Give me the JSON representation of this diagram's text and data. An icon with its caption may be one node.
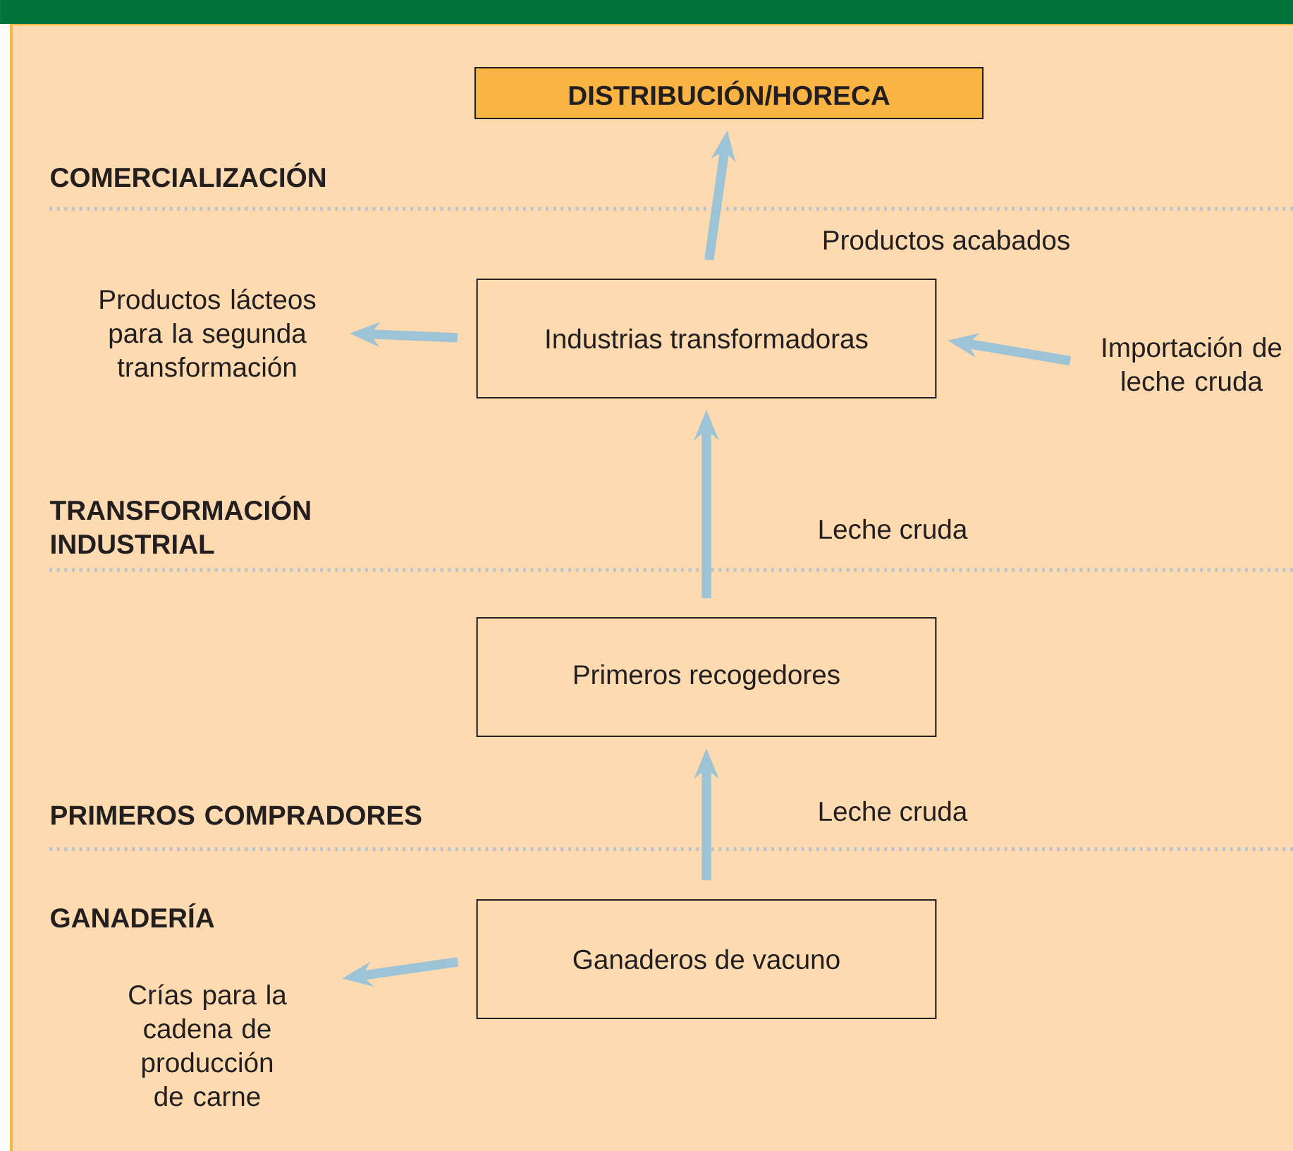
{
  "diagram": {
    "nodes": [
      {
        "text": [
          "DISTRIBUCIÓN/HORECA"
        ]
      },
      {
        "text": [
          "Productos lácteos para la segunda transformación"
        ]
      },
      {
        "text": [
          "Industrias transformadoras"
        ]
      },
      {
        "text": [
          "Importación de leche cruda"
        ]
      },
      {
        "text": [
          "Primeros recogedores"
        ]
      },
      {
        "text": [
          "Ganaderos de vacuno"
        ]
      },
      {
        "text": [
          "Crías para la cadena de producción de carne"
        ]
      }
    ],
    "edges": [
      {
        "from": 2,
        "to": 0,
        "arrow": "to",
        "label": "Productos acabados"
      },
      {
        "from": 2,
        "to": 1,
        "arrow": "to"
      },
      {
        "from": 3,
        "to": 2,
        "arrow": "to"
      },
      {
        "from": 4,
        "to": 2,
        "arrow": "to",
        "label": "Leche cruda"
      },
      {
        "from": 5,
        "to": 4,
        "arrow": "to",
        "label": "Leche cruda"
      },
      {
        "from": 5,
        "to": 6,
        "arrow": "to"
      }
    ],
    "labels": [
      "COMERCIALIZACIÓN",
      "TRANSFORMACIÓN INDUSTRIAL",
      "PRIMEROS COMPRADORES",
      "GANADERÍA"
    ]
  }
}
